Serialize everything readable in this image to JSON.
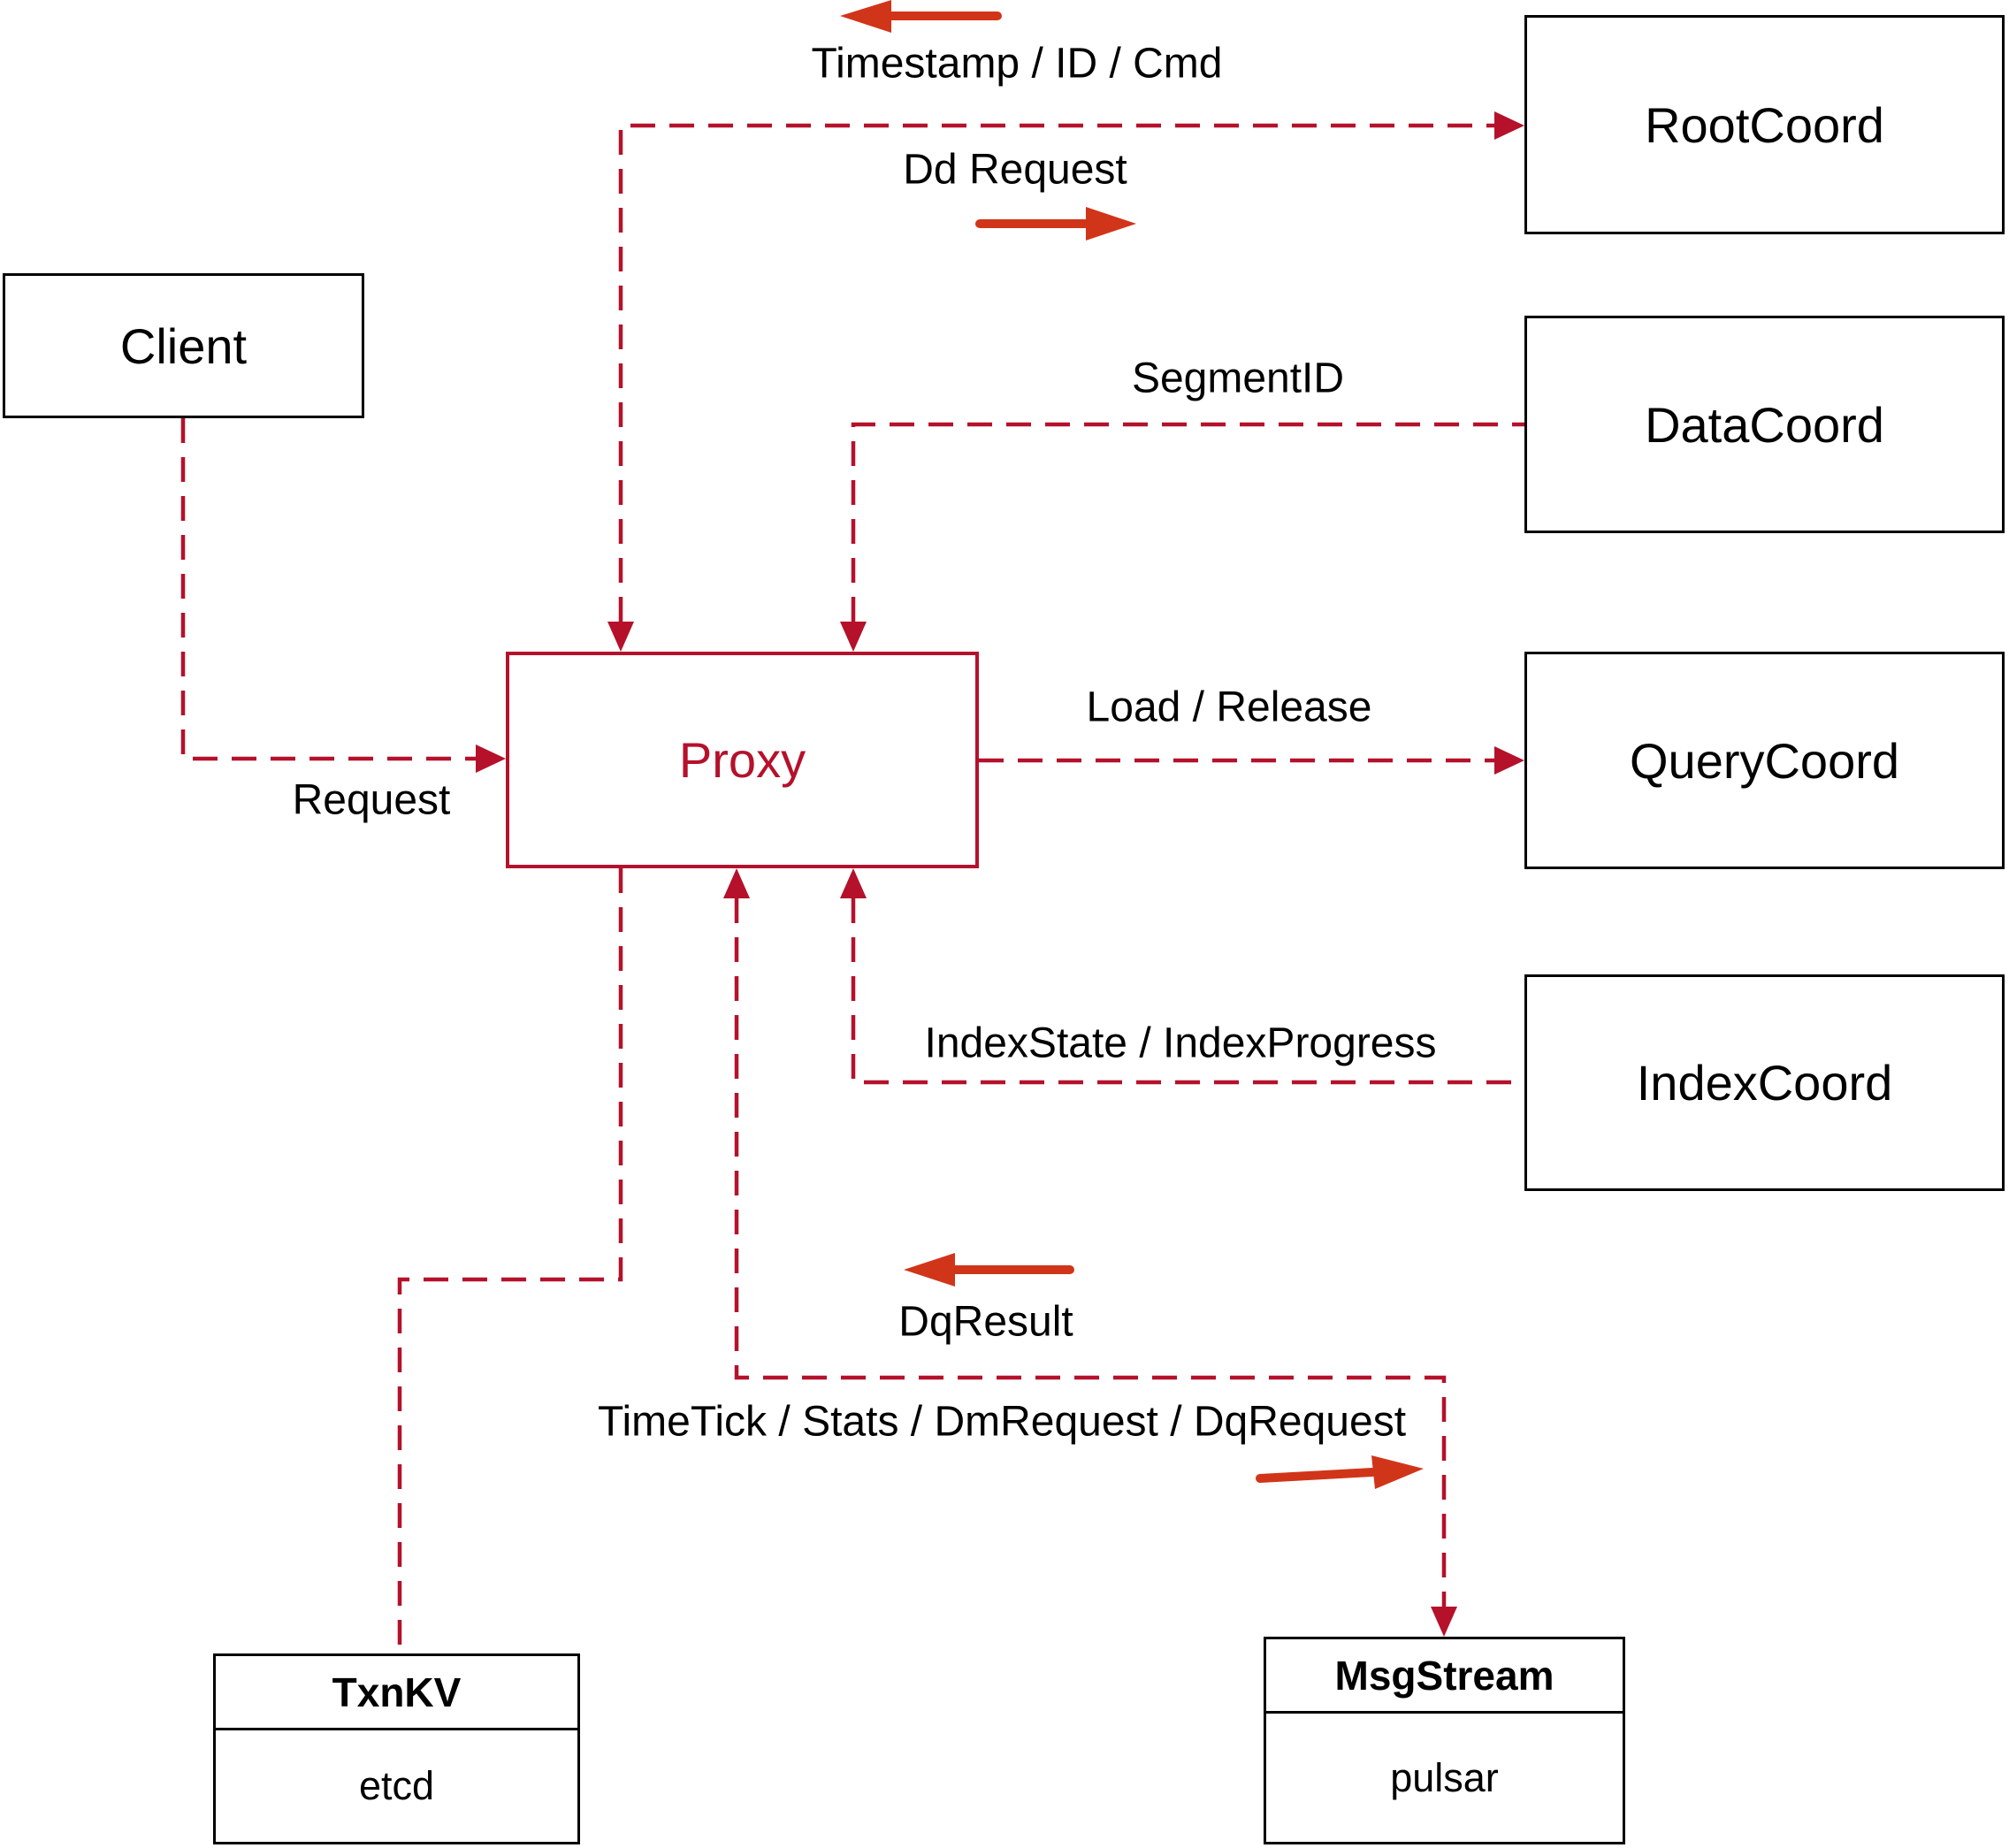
{
  "diagram": {
    "kind": "architecture-flow-diagram",
    "nodes": {
      "client": {
        "label": "Client"
      },
      "root_coord": {
        "label": "RootCoord"
      },
      "data_coord": {
        "label": "DataCoord"
      },
      "query_coord": {
        "label": "QueryCoord"
      },
      "index_coord": {
        "label": "IndexCoord"
      },
      "proxy": {
        "label": "Proxy"
      },
      "txn_kv": {
        "label": "TxnKV",
        "implementation": "etcd"
      },
      "msg_stream": {
        "label": "MsgStream",
        "implementation": "pulsar"
      }
    },
    "edges": [
      {
        "from": "Client",
        "to": "Proxy",
        "label": "Request",
        "style": "dashed",
        "arrow": "to"
      },
      {
        "from": "Proxy",
        "to": "RootCoord",
        "style": "dashed",
        "arrow": "both",
        "to_label": "Dd Request",
        "from_label": "Timestamp / ID / Cmd"
      },
      {
        "from": "DataCoord",
        "to": "Proxy",
        "label": "SegmentID",
        "style": "dashed",
        "arrow": "to"
      },
      {
        "from": "Proxy",
        "to": "QueryCoord",
        "label": "Load / Release",
        "style": "dashed",
        "arrow": "to"
      },
      {
        "from": "IndexCoord",
        "to": "Proxy",
        "label": "IndexState / IndexProgress",
        "style": "dashed",
        "arrow": "to"
      },
      {
        "from": "Proxy",
        "to": "MsgStream",
        "style": "dashed",
        "arrow": "both",
        "to_label": "TimeTick / Stats / DmRequest / DqRequest",
        "from_label": "DqResult"
      },
      {
        "from": "Proxy",
        "to": "TxnKV",
        "style": "dashed",
        "arrow": "none"
      }
    ],
    "colors": {
      "dashed_line_red": "#b5112b",
      "direction_arrow_red": "#d13519",
      "proxy_accent": "#b5112b",
      "box_border": "#000000",
      "label_text": "#000000",
      "background": "#ffffff"
    }
  }
}
